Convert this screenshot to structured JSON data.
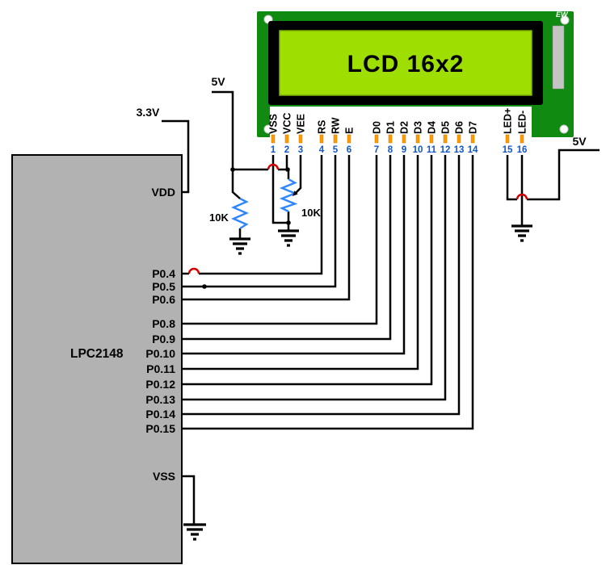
{
  "lcd": {
    "screen_label": "LCD 16x2",
    "brand_mark": "EW",
    "pins": [
      {
        "num": "1",
        "name": "VSS"
      },
      {
        "num": "2",
        "name": "VCC"
      },
      {
        "num": "3",
        "name": "VEE"
      },
      {
        "num": "4",
        "name": "RS"
      },
      {
        "num": "5",
        "name": "RW"
      },
      {
        "num": "6",
        "name": "E"
      },
      {
        "num": "7",
        "name": "D0"
      },
      {
        "num": "8",
        "name": "D1"
      },
      {
        "num": "9",
        "name": "D2"
      },
      {
        "num": "10",
        "name": "D3"
      },
      {
        "num": "11",
        "name": "D4"
      },
      {
        "num": "12",
        "name": "D5"
      },
      {
        "num": "13",
        "name": "D6"
      },
      {
        "num": "14",
        "name": "D7"
      },
      {
        "num": "15",
        "name": "LED+"
      },
      {
        "num": "16",
        "name": "LED-"
      }
    ]
  },
  "mcu": {
    "name": "LPC2148",
    "pins": [
      "VDD",
      "P0.4",
      "P0.5",
      "P0.6",
      "P0.8",
      "P0.9",
      "P0.10",
      "P0.11",
      "P0.12",
      "P0.13",
      "P0.14",
      "P0.15",
      "VSS"
    ]
  },
  "labels": {
    "supply_5v_top": "5V",
    "supply_3v3": "3.3V",
    "supply_5v_backlight": "5V",
    "resistor_pullup": "10K",
    "potentiometer": "10K"
  },
  "colors": {
    "pcb_green": "#108A10",
    "screen_green": "#9EDE00",
    "chip_gray": "#B2B2B2",
    "pin_number_blue": "#1155CC",
    "pin_stub_orange": "#FF9C00",
    "resistor_blue": "#2E86FF",
    "jump_red": "#D40000",
    "wire_black": "#000000"
  }
}
